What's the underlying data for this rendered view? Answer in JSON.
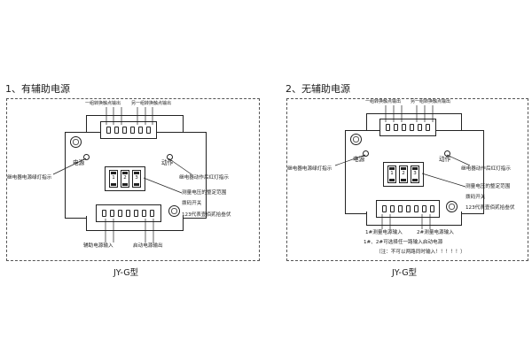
{
  "panel1": {
    "heading": "1、有辅助电源",
    "top_label_left": "一组转换触点输出",
    "top_label_right": "另一组转换触点输出",
    "power_led": "电源",
    "action_led": "动作",
    "dip_values": [
      "1",
      "2",
      "3"
    ],
    "left_note": "继电器电源绿灯指示",
    "right_notes": [
      "继电器动作后红灯指示",
      "测量电压的整定范围",
      "拨码开关",
      "123代表壹佰贰拾叁伏"
    ],
    "bottom_label_left": "辅助电源输入",
    "bottom_label_right": "启动电源输出",
    "model": "JY-G型"
  },
  "panel2": {
    "heading": "2、无辅助电源",
    "top_label_left": "一组转换触点输出",
    "top_label_right": "另一组转换触点输出",
    "power_led": "电源",
    "action_led": "动作",
    "dip_values": [
      "1",
      "2",
      "3"
    ],
    "left_note": "继电器电源绿灯指示",
    "right_notes": [
      "继电器动作后红灯指示",
      "测量电压的整定范围",
      "拨码开关",
      "123代表壹佰贰拾叁伏"
    ],
    "bottom_label_left": "1#测量电源输入",
    "bottom_label_right": "2#测量电源输入",
    "bottom_notes": [
      "1#、2#可选择任一路输入启动电源",
      "（注：不可以两路同时输入！！！！！）"
    ],
    "model": "JY-G型"
  }
}
